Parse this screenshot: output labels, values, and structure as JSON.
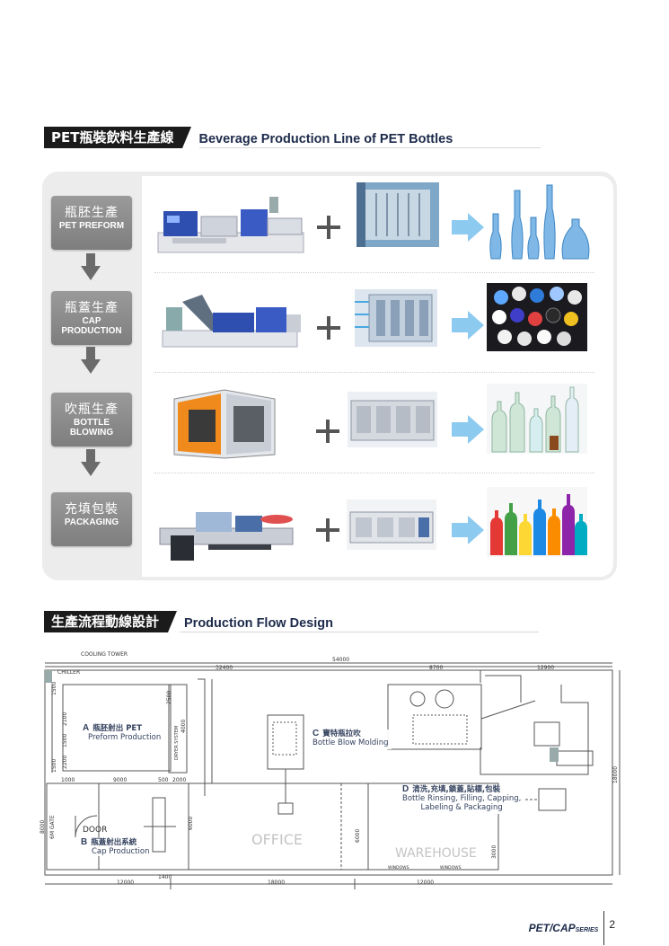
{
  "section1": {
    "tag": "PET瓶裝飲料生產線",
    "title": "Beverage Production Line of PET Bottles"
  },
  "stages": [
    {
      "cn": "瓶胚生產",
      "en1": "PET PREFORM",
      "en2": ""
    },
    {
      "cn": "瓶蓋生產",
      "en1": "CAP",
      "en2": "PRODUCTION"
    },
    {
      "cn": "吹瓶生產",
      "en1": "BOTTLE",
      "en2": "BLOWING"
    },
    {
      "cn": "充填包裝",
      "en1": "PACKAGING",
      "en2": ""
    }
  ],
  "section2": {
    "tag": "生產流程動線設計",
    "title": "Production Flow Design"
  },
  "plan": {
    "cooling_tower": "COOLING TOWER",
    "chiller": "CHILLER",
    "dryer": "DRYER SYSTEM",
    "door": "DOOR",
    "gate": "6M GATE",
    "office": "OFFICE",
    "warehouse": "WAREHOUSE",
    "window1": "WINDOWS",
    "window2": "WINDOWS",
    "dims": {
      "d54000": "54000",
      "d32400": "32400",
      "d8700": "8700",
      "d12900": "12900",
      "d1000": "1000",
      "d9000": "9000",
      "d500": "500",
      "d2000": "2000",
      "d12000a": "12000",
      "d18000a": "18000",
      "d12000b": "12000",
      "d1400": "1400",
      "d8000": "8000",
      "d6000a": "6000",
      "d6000b": "6000",
      "d3000": "3000",
      "d18000v": "18000",
      "d2500": "2500",
      "d4000": "4000",
      "d1500": "1500",
      "d2100": "2100",
      "d1500b": "1500",
      "d2200": "2200",
      "d1500c": "1500"
    },
    "a": {
      "letter": "A",
      "cn": "瓶胚射出 PET",
      "en": "Preform Production"
    },
    "b": {
      "letter": "B",
      "cn": "瓶蓋射出系統",
      "en": "Cap Production"
    },
    "c": {
      "letter": "C",
      "cn": "寶特瓶拉吹",
      "en": "Bottle Blow Molding"
    },
    "d": {
      "letter": "D",
      "cn": "清洗,充填,鎖蓋,貼標,包裝",
      "en1": "Bottle Rinsing, Filling, Capping,",
      "en2": "Labeling & Packaging"
    }
  },
  "footer": {
    "brand": "PET/CAP",
    "series": "SERIES",
    "page": "2"
  },
  "colors": {
    "accent_blue": "#4aa8e0",
    "heading_dark": "#1b1b1b",
    "title_navy": "#1c2a4a"
  }
}
